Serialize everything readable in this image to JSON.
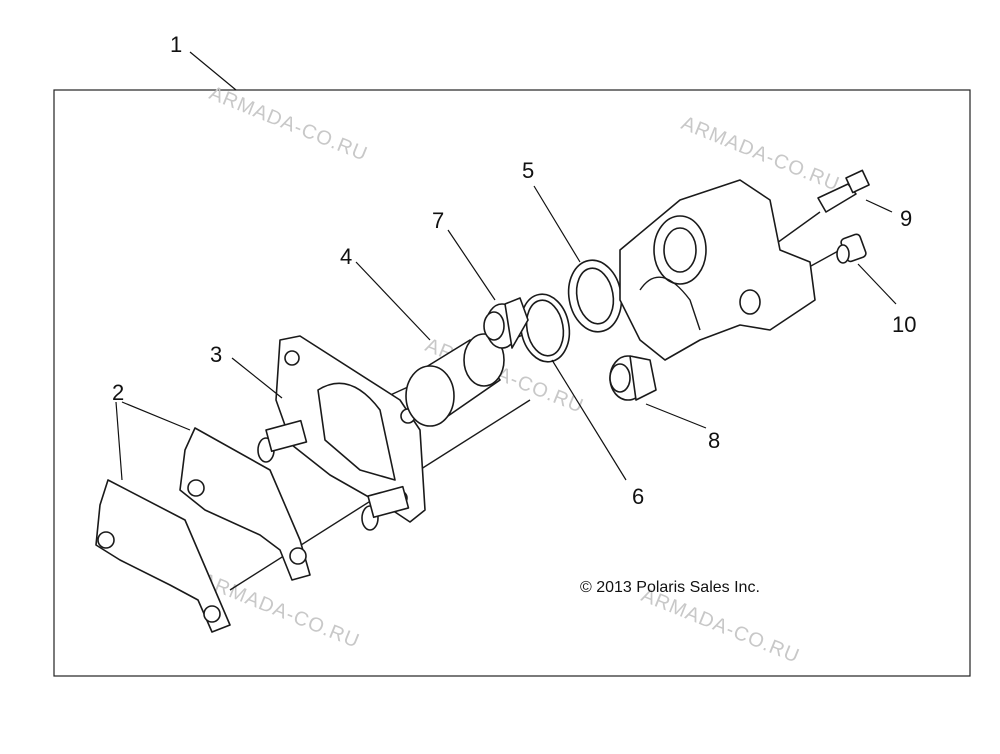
{
  "copyright": "© 2013 Polaris Sales Inc.",
  "watermark_text": "ARMADA-CO.RU",
  "callouts": [
    "1",
    "2",
    "3",
    "4",
    "5",
    "6",
    "7",
    "8",
    "9",
    "10"
  ],
  "colors": {
    "line": "#1a1a1a",
    "watermark": "#c8c8c8",
    "background": "#ffffff"
  }
}
